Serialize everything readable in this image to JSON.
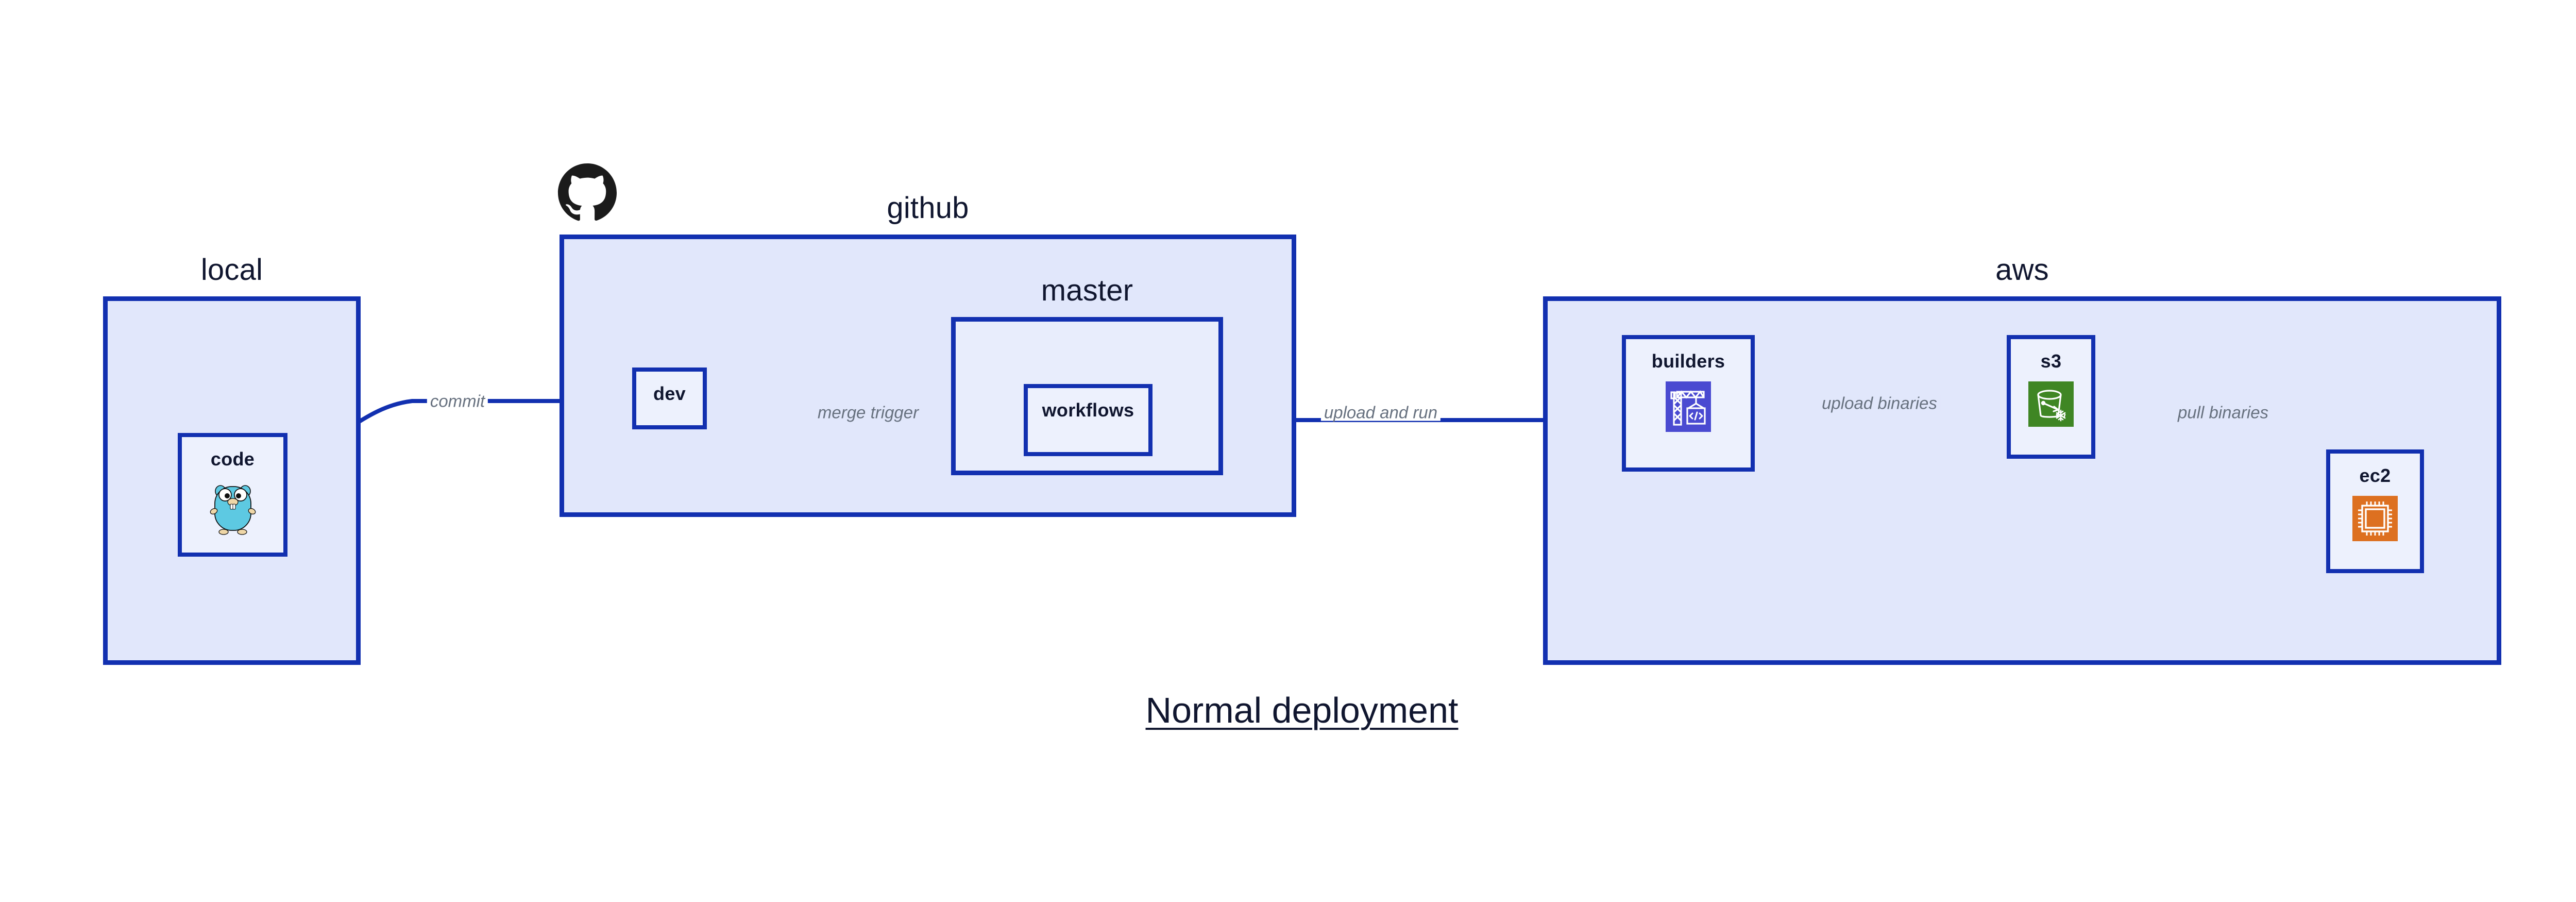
{
  "title": "Normal deployment",
  "palette": {
    "border_blue": "#1230b0",
    "group_fill": "#e1e7fb",
    "inner_fill": "#e8edfc",
    "node_fill": "#edf1fd",
    "edge_label_gray": "#67717f",
    "text_dark": "#10162f",
    "codebuild_purple": "#4a4ad1",
    "s3_green": "#3f8624",
    "ec2_orange": "#dd7020",
    "gopher_cyan": "#5dc9e2",
    "github_black": "#1b1b1b"
  },
  "groups": [
    {
      "id": "local",
      "label": "local"
    },
    {
      "id": "github",
      "label": "github"
    },
    {
      "id": "master",
      "label": "master"
    },
    {
      "id": "aws",
      "label": "aws"
    }
  ],
  "nodes": [
    {
      "id": "code",
      "label": "code",
      "icon": "go-gopher-icon"
    },
    {
      "id": "dev",
      "label": "dev",
      "icon": "none"
    },
    {
      "id": "workflows",
      "label": "workflows",
      "icon": "none"
    },
    {
      "id": "builders",
      "label": "builders",
      "icon": "aws-codebuild-icon"
    },
    {
      "id": "s3",
      "label": "s3",
      "icon": "aws-s3-glacier-icon"
    },
    {
      "id": "ec2",
      "label": "ec2",
      "icon": "aws-ec2-icon"
    }
  ],
  "edges": [
    {
      "id": "commit",
      "label": "commit",
      "from": "code",
      "to": "dev"
    },
    {
      "id": "merge-trigger",
      "label": "merge trigger",
      "from": "dev",
      "to": "workflows"
    },
    {
      "id": "upload-and-run",
      "label": "upload and run",
      "from": "workflows",
      "to": "builders"
    },
    {
      "id": "upload-binaries",
      "label": "upload binaries",
      "from": "builders",
      "to": "s3"
    },
    {
      "id": "pull-binaries",
      "label": "pull binaries",
      "from": "s3",
      "to": "ec2"
    }
  ],
  "icons": {
    "github_logo": "github-octocat-icon"
  }
}
